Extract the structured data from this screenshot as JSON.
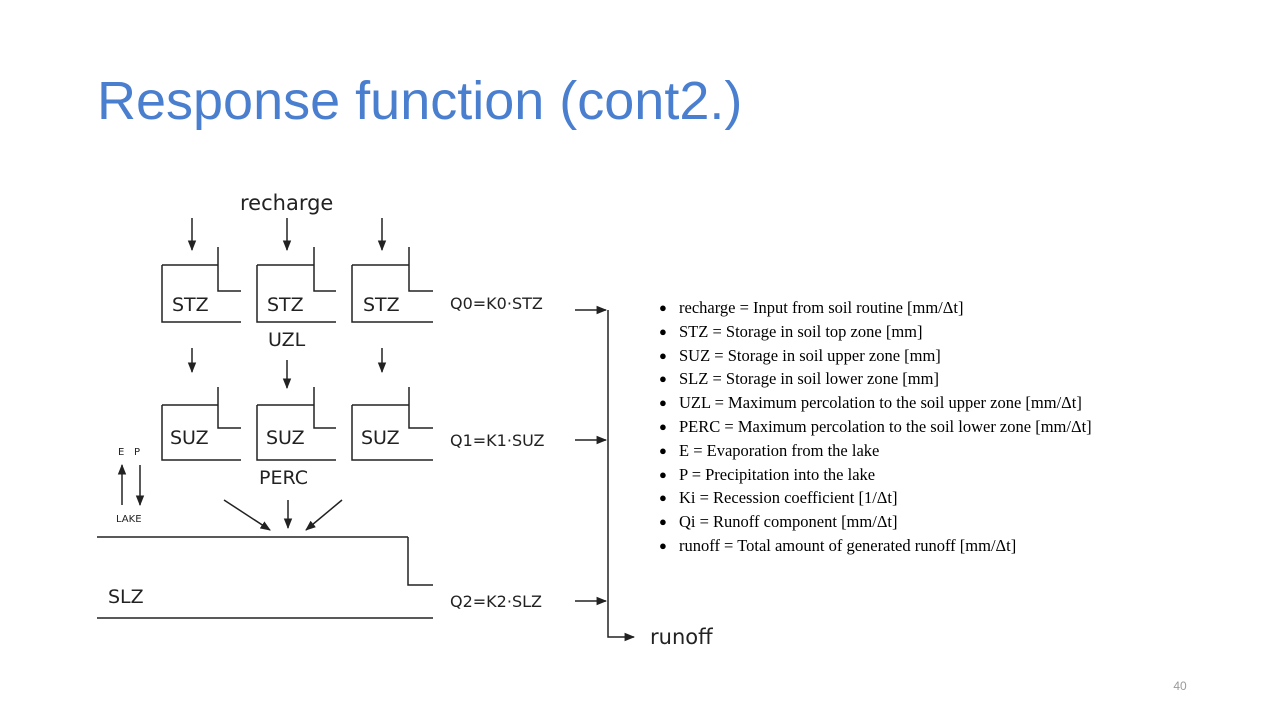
{
  "slide": {
    "title": "Response function (cont2.)",
    "page_number": "40"
  },
  "diagram": {
    "recharge_label": "recharge",
    "stz_label": "STZ",
    "suz_label": "SUZ",
    "uzl_label": "UZL",
    "perc_label": "PERC",
    "slz_label": "SLZ",
    "e_label": "E",
    "p_label": "P",
    "lake_label": "LAKE",
    "q0_eq": "Q0=K0·STZ",
    "q1_eq": "Q1=K1·SUZ",
    "q2_eq": "Q2=K2·SLZ",
    "runoff_label": "runoff"
  },
  "legend": {
    "bullet": "●",
    "items": [
      "recharge = Input from soil routine [mm/Δt]",
      "STZ = Storage in soil top zone [mm]",
      "SUZ = Storage in soil upper zone [mm]",
      "SLZ = Storage in soil lower zone [mm]",
      "UZL = Maximum percolation to the soil upper zone [mm/Δt]",
      "PERC = Maximum percolation to the soil lower zone [mm/Δt]",
      "E = Evaporation from the lake",
      "P = Precipitation into the lake",
      "Ki = Recession coefficient [1/Δt]",
      "Qi = Runoff component [mm/Δt]",
      "runoff = Total amount of generated runoff [mm/Δt]"
    ]
  }
}
